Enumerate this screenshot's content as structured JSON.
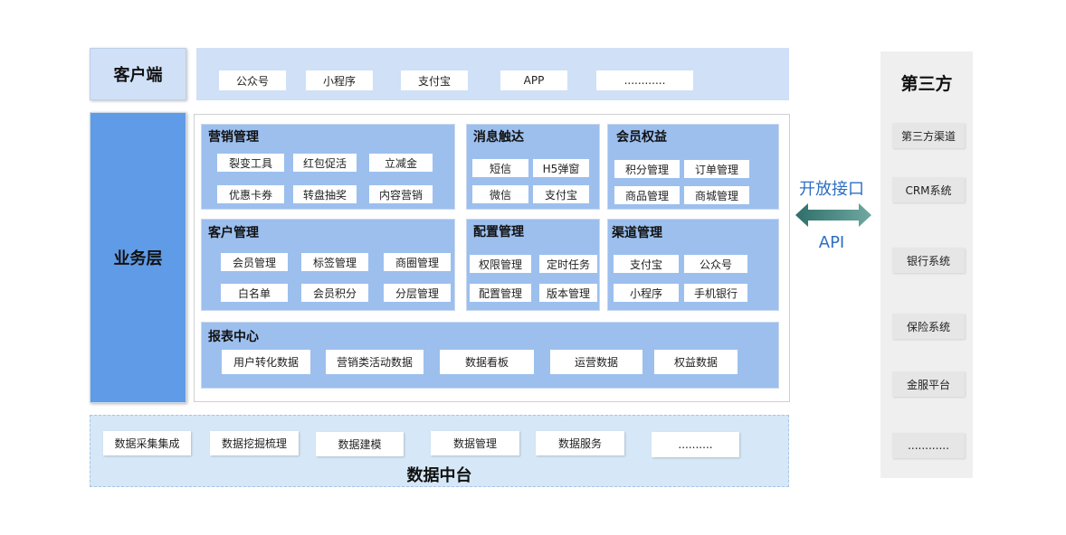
{
  "client": {
    "label": "客户端",
    "items": [
      "公众号",
      "小程序",
      "支付宝",
      "APP",
      "............"
    ]
  },
  "business": {
    "label": "业务层",
    "marketing": {
      "title": "营销管理",
      "items": [
        "裂变工具",
        "红包促活",
        "立减金",
        "优惠卡券",
        "转盘抽奖",
        "内容营销"
      ]
    },
    "messaging": {
      "title": "消息触达",
      "items": [
        "短信",
        "H5弹窗",
        "微信",
        "支付宝"
      ]
    },
    "membership": {
      "title": "会员权益",
      "items": [
        "积分管理",
        "订单管理",
        "商品管理",
        "商城管理"
      ]
    },
    "customer": {
      "title": "客户管理",
      "items": [
        "会员管理",
        "标签管理",
        "商圈管理",
        "白名单",
        "会员积分",
        "分层管理"
      ]
    },
    "config": {
      "title": "配置管理",
      "items": [
        "权限管理",
        "定时任务",
        "配置管理",
        "版本管理"
      ]
    },
    "channel": {
      "title": "渠道管理",
      "items": [
        "支付宝",
        "公众号",
        "小程序",
        "手机银行"
      ]
    },
    "reports": {
      "title": "报表中心",
      "items": [
        "用户转化数据",
        "营销类活动数据",
        "数据看板",
        "运营数据",
        "权益数据"
      ]
    }
  },
  "api": {
    "title": "开放接口",
    "label": "API"
  },
  "third_party": {
    "title": "第三方",
    "items": [
      "第三方渠道",
      "CRM系统",
      "银行系统",
      "保险系统",
      "金服平台",
      "............"
    ]
  },
  "data_platform": {
    "label": "数据中台",
    "items": [
      "数据采集集成",
      "数据挖掘梳理",
      "数据建模",
      "数据管理",
      "数据服务",
      ".........."
    ]
  },
  "colors": {
    "client_band": "#cfe0f7",
    "section_fill": "#9cbfee",
    "business_label": "#5f9be6",
    "data_band": "#d6e7f7",
    "third_party_panel": "#efefef",
    "arrow_start": "#2f6e6a",
    "arrow_end": "#6fa9a0",
    "api_text": "#2d6fc4"
  }
}
